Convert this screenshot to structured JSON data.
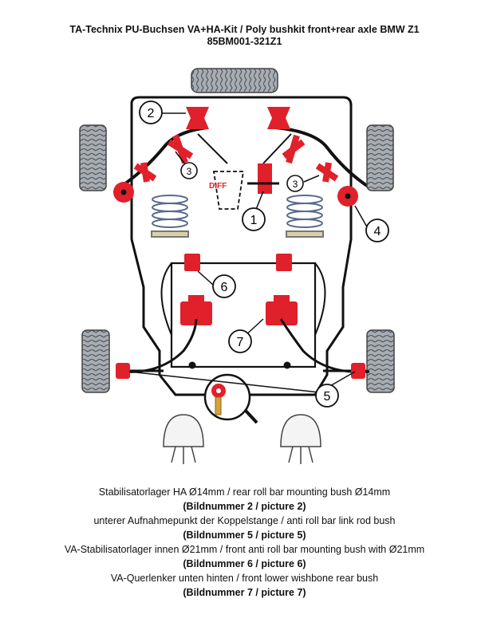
{
  "title": {
    "line1": "TA-Technix PU-Buchsen VA+HA-Kit / Poly bushkit front+rear axle BMW Z1",
    "line2": "85BM001-321Z1"
  },
  "diagram": {
    "diff_label": "DIFF",
    "callouts": [
      "1",
      "2",
      "3",
      "3",
      "4",
      "5",
      "6",
      "7"
    ],
    "colors": {
      "bush": "#e0202a",
      "tyre": "#9aa0a8",
      "outline": "#111111"
    }
  },
  "captions": [
    {
      "text": "Stabilisatorlager HA Ø14mm / rear roll bar mounting bush Ø14mm",
      "bold": false
    },
    {
      "text": "(Bildnummer 2 / picture 2)",
      "bold": true
    },
    {
      "text": "unterer Aufnahmepunkt der Koppelstange / anti roll bar link rod bush",
      "bold": false
    },
    {
      "text": "(Bildnummer 5 / picture 5)",
      "bold": true
    },
    {
      "text": "VA-Stabilisatorlager innen Ø21mm / front anti roll bar mounting bush with Ø21mm",
      "bold": false
    },
    {
      "text": "(Bildnummer 6 / picture 6)",
      "bold": true
    },
    {
      "text": "VA-Querlenker unten hinten / front lower wishbone rear bush",
      "bold": false
    },
    {
      "text": "(Bildnummer 7 / picture 7)",
      "bold": true
    }
  ]
}
